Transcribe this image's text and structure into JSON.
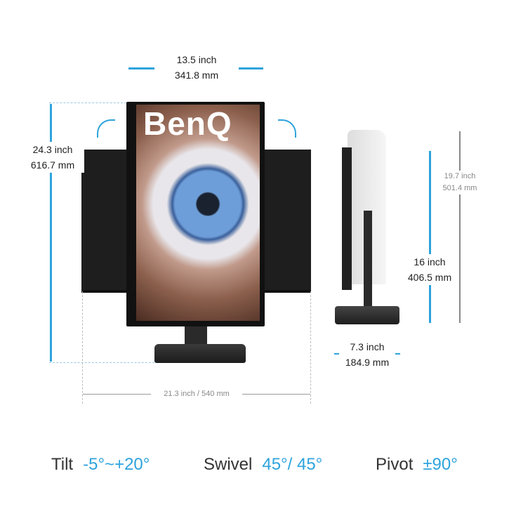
{
  "brand": "BenQ",
  "dimensions": {
    "screen_width": {
      "inch": "13.5 inch",
      "mm": "341.8 mm"
    },
    "max_height": {
      "inch": "24.3 inch",
      "mm": "616.7 mm"
    },
    "rotated_width": "21.3 inch / 540 mm",
    "height_adjust": {
      "inch": "16 inch",
      "mm": "406.5 mm"
    },
    "full_height": {
      "inch": "19.7 inch",
      "mm": "501.4 mm"
    },
    "base_depth": {
      "inch": "7.3 inch",
      "mm": "184.9 mm"
    }
  },
  "specs": [
    {
      "label": "Tilt",
      "value": "-5°~+20°"
    },
    {
      "label": "Swivel",
      "value": "45°/ 45°"
    },
    {
      "label": "Pivot",
      "value": "±90°"
    }
  ],
  "colors": {
    "accent": "#2ea3dc",
    "monitor": "#222222",
    "text": "#333333"
  }
}
